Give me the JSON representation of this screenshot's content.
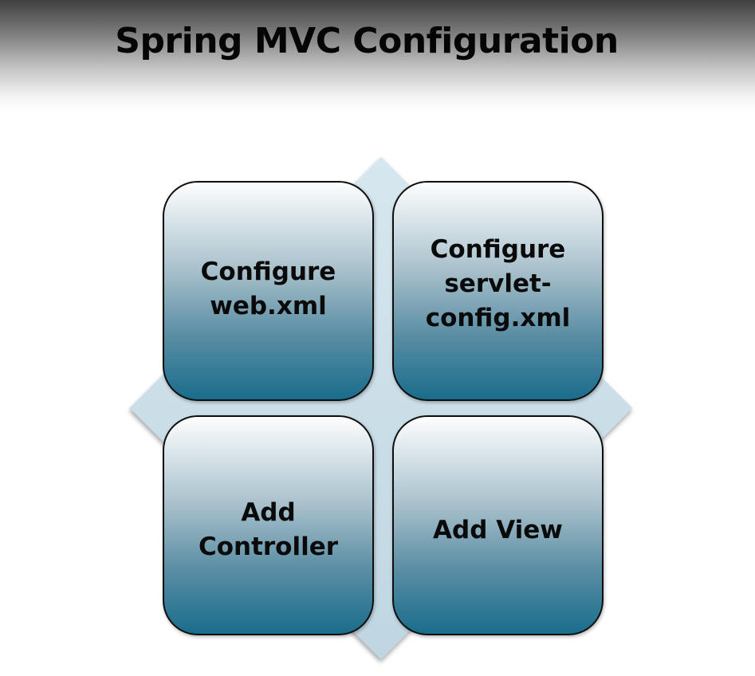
{
  "title": "Spring MVC Configuration",
  "steps": [
    {
      "label": "Configure\nweb.xml"
    },
    {
      "label": "Configure\nservlet-\nconfig.xml"
    },
    {
      "label": "Add\nController"
    },
    {
      "label": "Add View"
    }
  ],
  "colors": {
    "diamond": "#c9dde7",
    "card_top": "#fdfdfd",
    "card_bottom": "#196d8c",
    "text": "#0a0a0a"
  }
}
